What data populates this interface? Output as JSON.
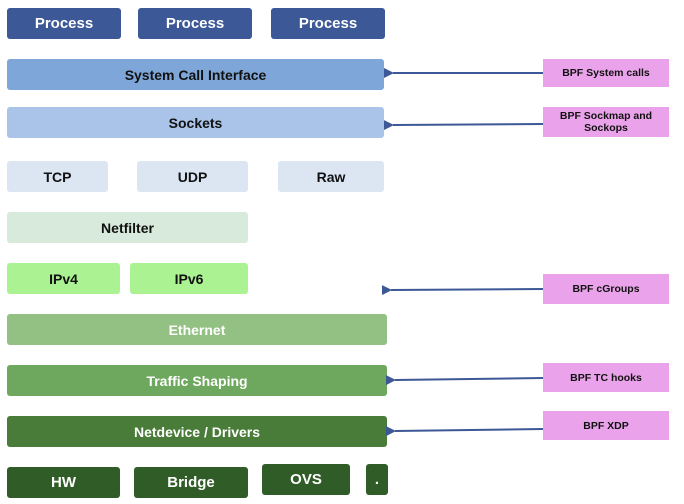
{
  "top": {
    "process_labels": [
      "Process",
      "Process",
      "Process"
    ]
  },
  "layers": {
    "system_call_interface": "System Call Interface",
    "sockets": "Sockets",
    "tcp": "TCP",
    "udp": "UDP",
    "raw": "Raw",
    "netfilter": "Netfilter",
    "ipv4": "IPv4",
    "ipv6": "IPv6",
    "ethernet": "Ethernet",
    "traffic_shaping": "Traffic Shaping",
    "netdevice_drivers": "Netdevice / Drivers"
  },
  "hardware": {
    "hw": "HW",
    "bridge": "Bridge",
    "ovs": "OVS",
    "more": "."
  },
  "bpf_hooks": {
    "system_calls": "BPF System calls",
    "sockmap": "BPF Sockmap and Sockops",
    "cgroups": "BPF cGroups",
    "tc_hooks": "BPF TC hooks",
    "xdp": "BPF XDP"
  },
  "colors": {
    "arrow": "#3c5896",
    "hook_label": "#eaa3ea"
  }
}
